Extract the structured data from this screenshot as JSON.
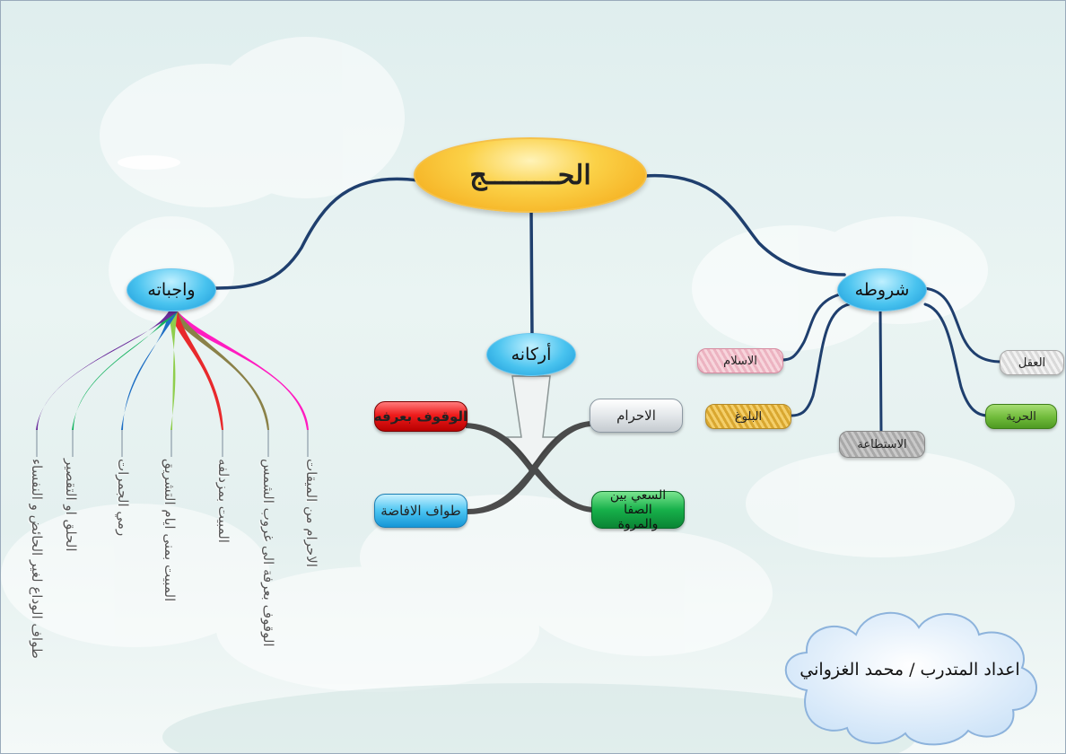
{
  "central": {
    "label": "الحـــــــــج"
  },
  "branches": {
    "wajibat": {
      "label": "واجباته"
    },
    "arkan": {
      "label": "أركانه"
    },
    "shurut": {
      "label": "شروطه"
    }
  },
  "wajibat_items": [
    "الاحرام من الميقات",
    "الوقوف بعرفة الى غروب الشمس",
    "المبيت بمزدلفه",
    "المبيت بمنى ايام التشريق",
    "رمي الجمرات",
    "الحلق او التقصير",
    "طواف الوداع لغير الحائض و النفساء"
  ],
  "arkan_items": {
    "ihram": "الاحرام",
    "wuquf": "الوقوف بعرفه",
    "ifadah": "طواف الافاضة",
    "sai": "السعي بين الصفا والمروة"
  },
  "shurut_items": {
    "islam": "الاسلام",
    "aql": "العقل",
    "bulugh": "البلوغ",
    "hurriya": "الحرية",
    "istitaa": "الاستطاعة"
  },
  "credit": "اعداد المتدرب / محمد الغزواني",
  "colors": {
    "connector": "#1f3f6e",
    "central_fill": "#f8b51c",
    "branch_fill": "#3db7ea",
    "wajibat_curves": [
      "#ff1cc0",
      "#8a8148",
      "#e8292c",
      "#8fce4d",
      "#1d6ec4",
      "#13b25f",
      "#6b2d9c"
    ]
  }
}
